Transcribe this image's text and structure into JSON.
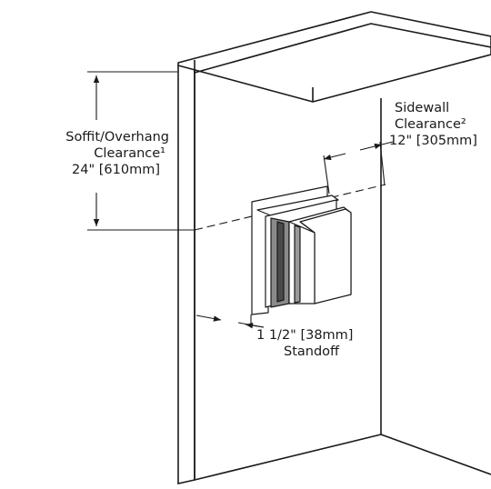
{
  "soffit": {
    "line1": "Soffit/Overhang",
    "line2": "Clearance¹",
    "line3": "24\" [610mm]"
  },
  "sidewall": {
    "line1": "Sidewall",
    "line2": "Clearance²",
    "line3": "12\" [305mm]"
  },
  "standoff": {
    "line1": "1 1/2\" [38mm]",
    "line2": "Standoff"
  },
  "colors": {
    "line": "#1a1a1a",
    "fill": "#ffffff",
    "vent_shade": "#6e6e6e"
  }
}
